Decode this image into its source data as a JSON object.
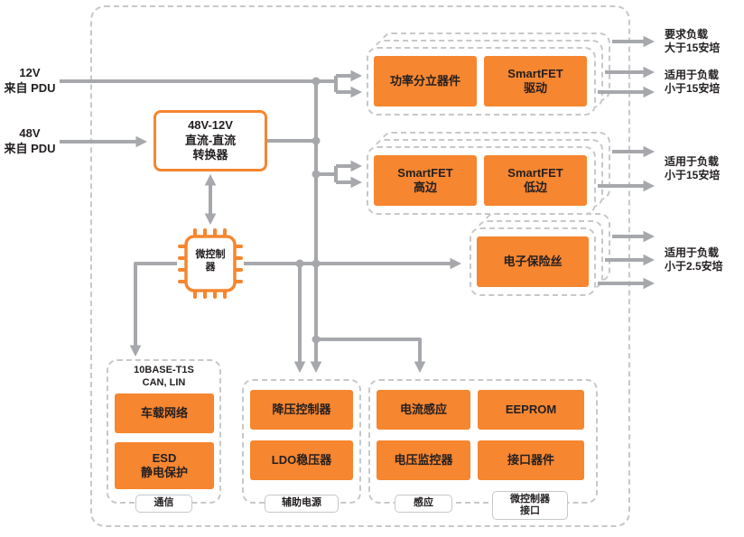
{
  "colors": {
    "accent_orange": "#F6862F",
    "arrow_gray": "#A6A8AB",
    "dashed_border": "#C6C8CA",
    "text_dark": "#231F20"
  },
  "inputs": {
    "v12": "12V\n来自 PDU",
    "v48": "48V\n来自 PDU"
  },
  "dcdc_label": "48V-12V\n直流-直流\n转换器",
  "mcu_label": "微控制\n器",
  "groups": {
    "power_discrete": {
      "blocks": [
        "功率分立器件",
        "SmartFET\n驱动"
      ]
    },
    "smartfet": {
      "blocks": [
        "SmartFET\n高边",
        "SmartFET\n低边"
      ]
    },
    "efuse": {
      "blocks": [
        "电子保险丝"
      ]
    },
    "comm": {
      "header": "10BASE-T1S\nCAN, LIN",
      "blocks": [
        "车载网络",
        "ESD\n静电保护"
      ],
      "tab": "通信"
    },
    "aux": {
      "blocks": [
        "降压控制器",
        "LDO稳压器"
      ],
      "tab": "辅助电源"
    },
    "sense": {
      "blocks": [
        "电流感应",
        "EEPROM",
        "电压监控器",
        "接口器件"
      ],
      "tab_sense": "感应",
      "tab_mcu": "微控制器\n接口"
    }
  },
  "outputs": {
    "high_load": "要求负载\n大于15安培",
    "under15_top": "适用于负载\n小于15安培",
    "under15_mid": "适用于负载\n小于15安培",
    "under2_5": "适用于负载\n小于2.5安培"
  }
}
